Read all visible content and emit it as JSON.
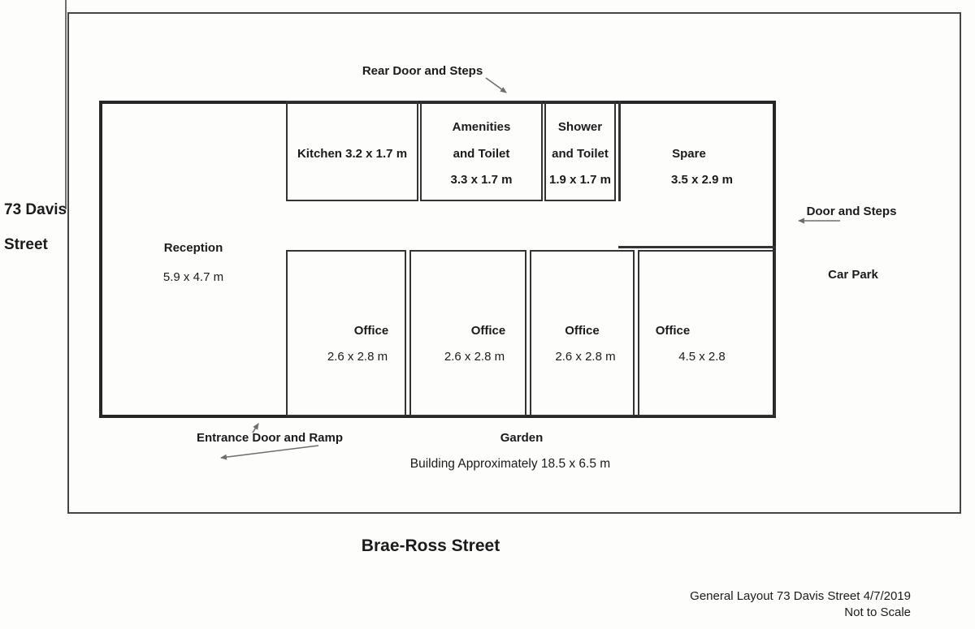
{
  "site": {
    "street_number_line1": "73 Davis",
    "street_number_line2": "Street",
    "cross_street": "Brae-Ross Street"
  },
  "annotations": {
    "rear_door": "Rear Door and Steps",
    "side_door": "Door and Steps",
    "car_park": "Car Park",
    "entrance": "Entrance Door and Ramp",
    "garden": "Garden",
    "building_size": "Building Approximately 18.5 x 6.5 m"
  },
  "rooms": {
    "kitchen": {
      "label": "Kitchen 3.2 x 1.7 m"
    },
    "amenities": {
      "name": "Amenities",
      "suffix": "and Toilet",
      "dims": "3.3 x 1.7 m"
    },
    "shower": {
      "name": "Shower",
      "suffix": "and Toilet",
      "dims": "1.9 x 1.7 m"
    },
    "spare": {
      "name": "Spare",
      "dims": "3.5 x 2.9 m"
    },
    "reception": {
      "name": "Reception",
      "dims": "5.9 x 4.7 m"
    },
    "offices": [
      {
        "name": "Office",
        "dims": "2.6 x 2.8 m"
      },
      {
        "name": "Office",
        "dims": "2.6 x 2.8 m"
      },
      {
        "name": "Office",
        "dims": "2.6 x 2.8 m"
      },
      {
        "name": "Office",
        "dims": "4.5 x 2.8"
      }
    ]
  },
  "footer": {
    "title": "General Layout 73 Davis Street 4/7/2019",
    "note": "Not to Scale"
  },
  "colors": {
    "wall": "#262626",
    "room_wall": "#333333",
    "text": "#1b1b1b",
    "arrow": "#6e6e6e",
    "paper": "#fdfdfc"
  }
}
